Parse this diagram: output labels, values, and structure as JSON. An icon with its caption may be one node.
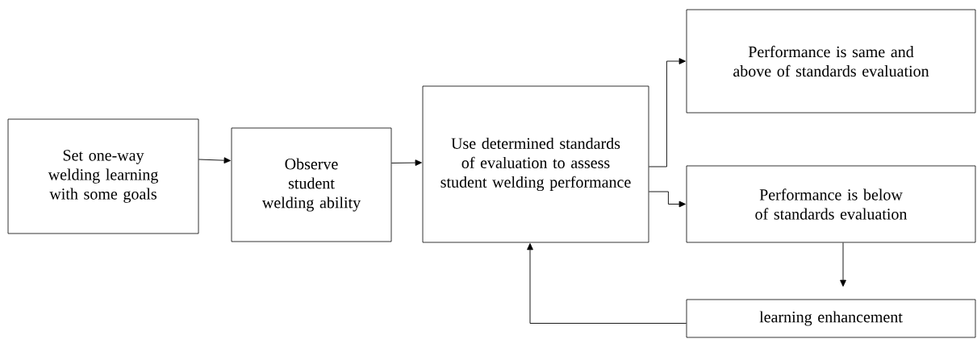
{
  "diagram": {
    "nodes": [
      {
        "text": [
          "Set one-way welding learning with some goals"
        ]
      },
      {
        "text": [
          "Observe student welding ability"
        ]
      },
      {
        "text": [
          "Use determined standards of evaluation to assess student welding performance"
        ]
      },
      {
        "text": [
          "Performance is same and above of standards evaluation"
        ]
      },
      {
        "text": [
          "Performance is below of standards evaluation"
        ]
      },
      {
        "text": [
          "learning enhancement"
        ]
      }
    ],
    "edges": [
      {
        "from": 0,
        "to": 1,
        "arrow": "to"
      },
      {
        "from": 1,
        "to": 2,
        "arrow": "to"
      },
      {
        "from": 2,
        "to": 3,
        "arrow": "to"
      },
      {
        "from": 2,
        "to": 4,
        "arrow": "to"
      },
      {
        "from": 4,
        "to": 5,
        "arrow": "to"
      },
      {
        "from": 5,
        "to": 2,
        "arrow": "to"
      }
    ]
  }
}
